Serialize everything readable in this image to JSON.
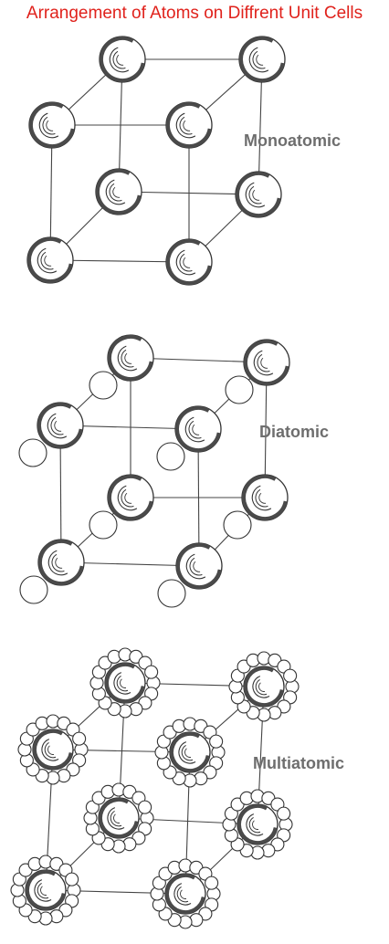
{
  "title": "Arrangement of Atoms on Diffrent Unit Cells",
  "colors": {
    "title": "#e0221c",
    "caption": "#6e6e6e",
    "atom_stroke": "#333333",
    "atom_shade": "#4a4a4a",
    "bond": "#444444"
  },
  "panels": [
    {
      "label": "Monoatomic",
      "kind": "mono"
    },
    {
      "label": "Diatomic",
      "kind": "di"
    },
    {
      "label": "Multiatomic",
      "kind": "multi"
    }
  ]
}
